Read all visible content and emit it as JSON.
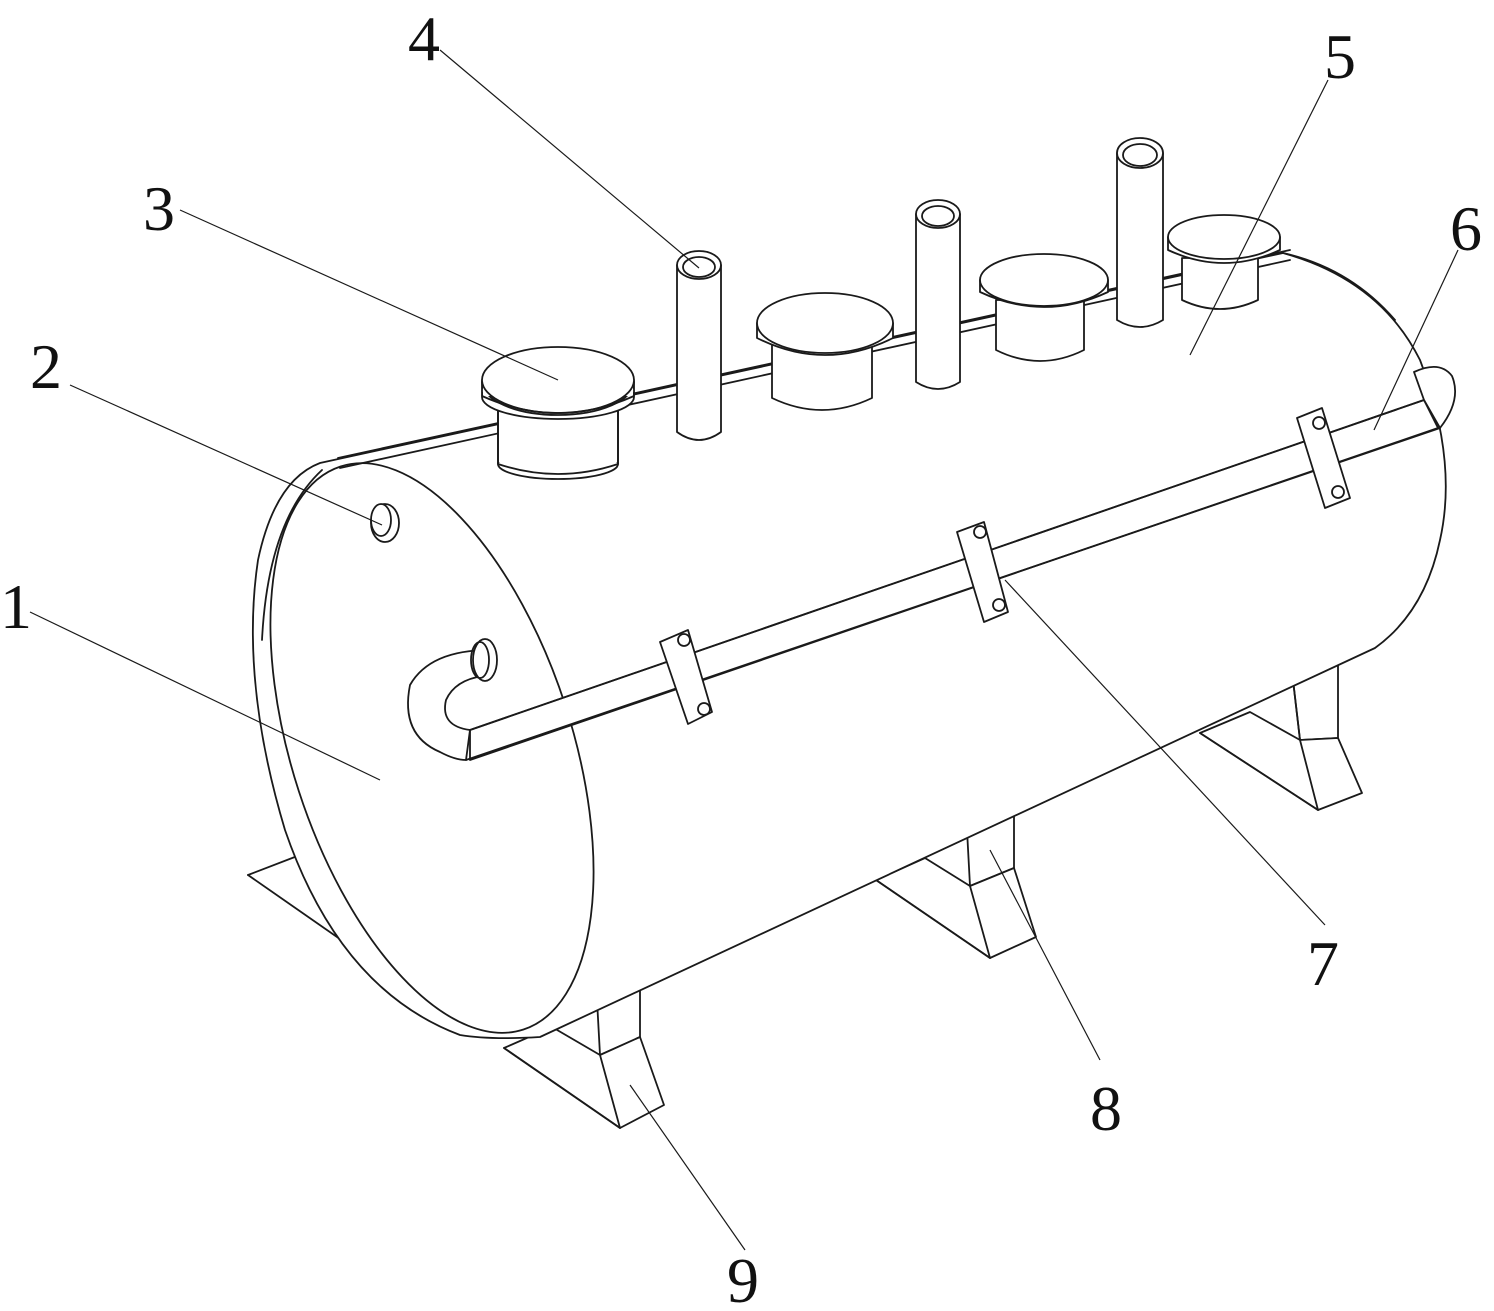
{
  "labels": [
    {
      "id": "1",
      "text": "1"
    },
    {
      "id": "2",
      "text": "2"
    },
    {
      "id": "3",
      "text": "3"
    },
    {
      "id": "4",
      "text": "4"
    },
    {
      "id": "5",
      "text": "5"
    },
    {
      "id": "6",
      "text": "6"
    },
    {
      "id": "7",
      "text": "7"
    },
    {
      "id": "8",
      "text": "8"
    },
    {
      "id": "9",
      "text": "9"
    }
  ]
}
